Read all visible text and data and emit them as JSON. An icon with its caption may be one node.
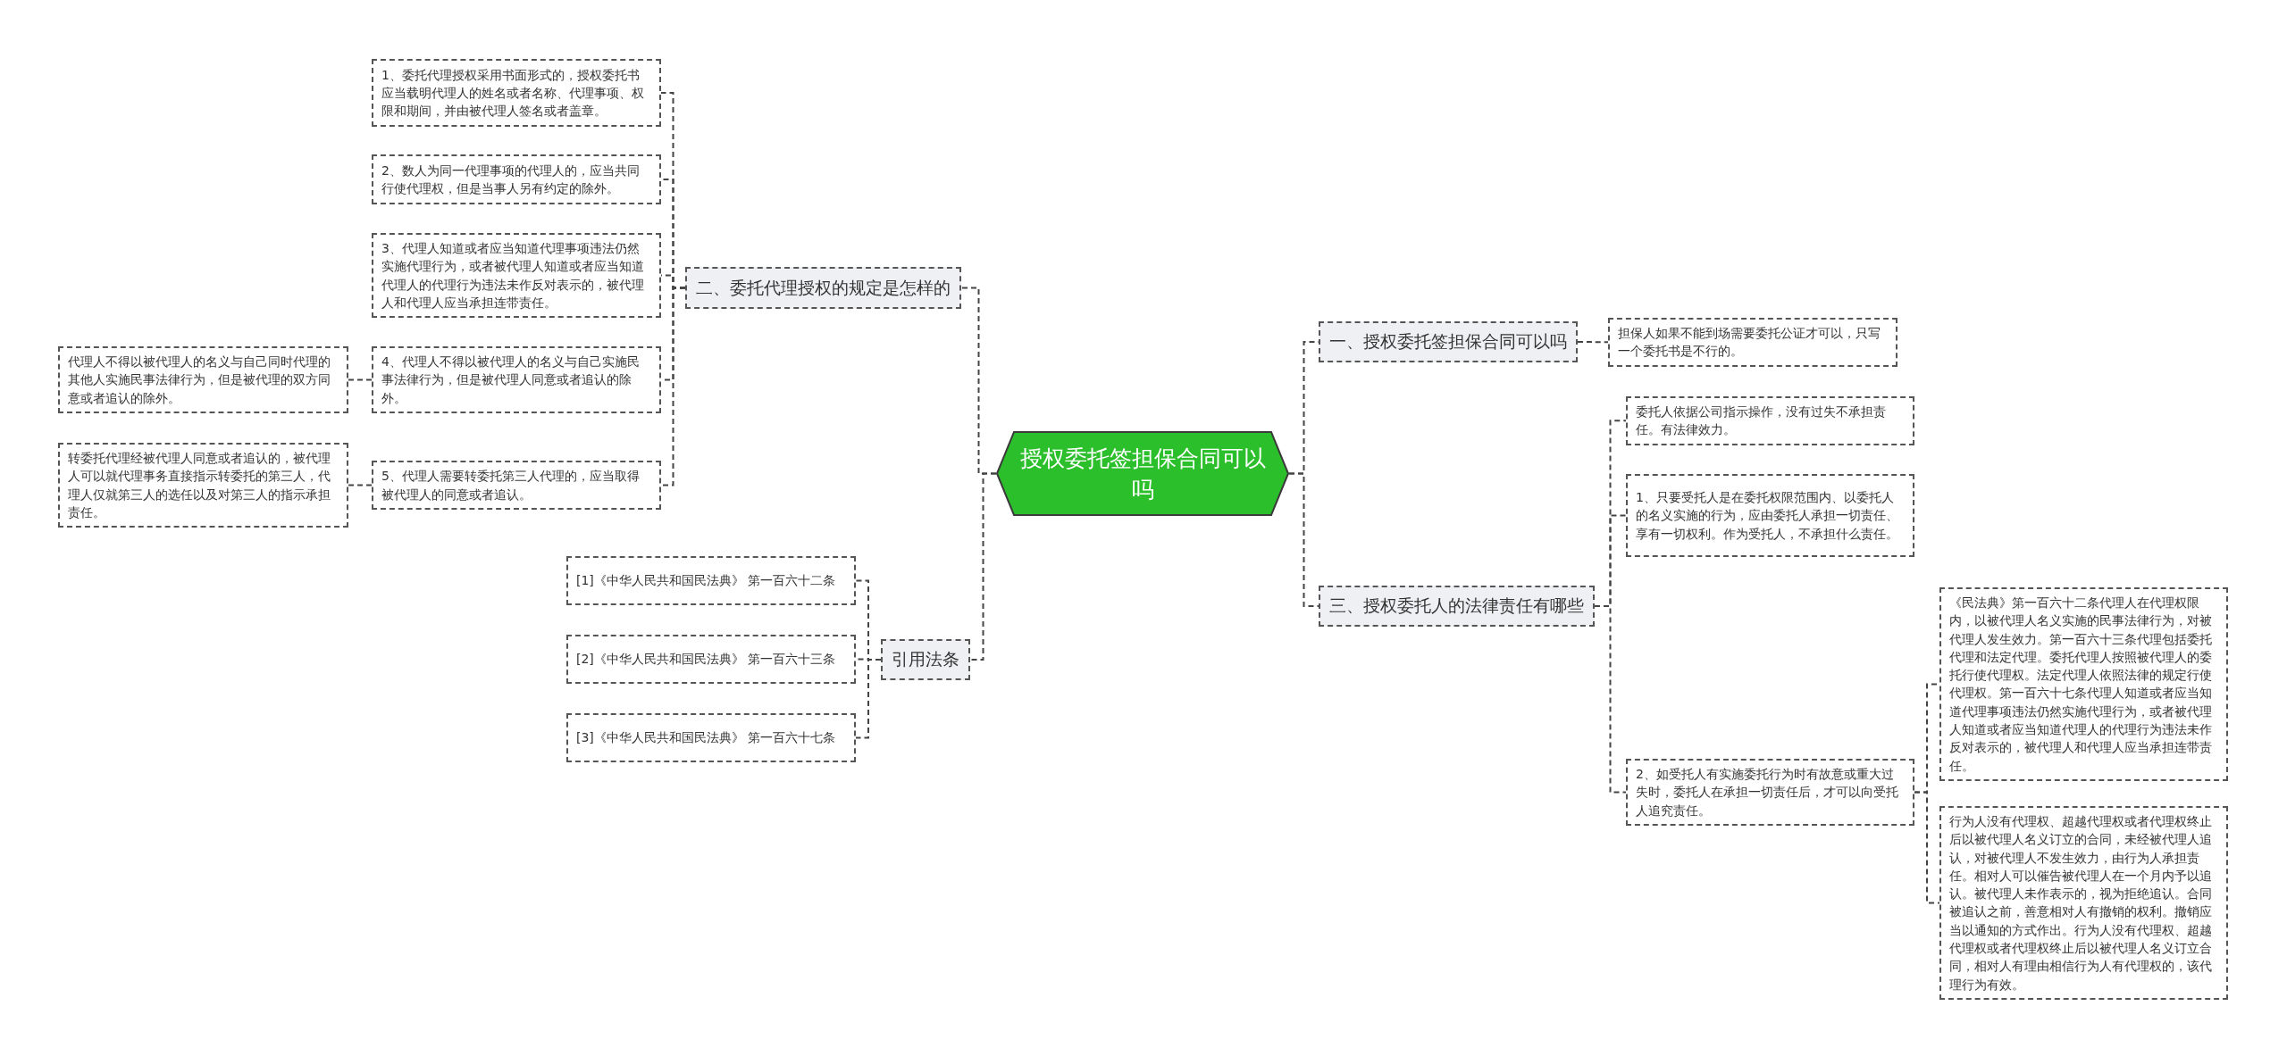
{
  "diagram": {
    "nodes": [
      {
        "text": [
          "授权委托签担保合同可以吗"
        ]
      },
      {
        "text": [
          "二、委托代理授权的规定是怎样的"
        ]
      },
      {
        "text": [
          "1、委托代理授权采用书面形式的，授权委托书应当载明代理人的姓名或者名称、代理事项、权限和期间，并由被代理人签名或者盖章。"
        ]
      },
      {
        "text": [
          "2、数人为同一代理事项的代理人的，应当共同行使代理权，但是当事人另有约定的除外。"
        ]
      },
      {
        "text": [
          "3、代理人知道或者应当知道代理事项违法仍然实施代理行为，或者被代理人知道或者应当知道代理人的代理行为违法未作反对表示的，被代理人和代理人应当承担连带责任。"
        ]
      },
      {
        "text": [
          "4、代理人不得以被代理人的名义与自己实施民事法律行为，但是被代理人同意或者追认的除外。"
        ]
      },
      {
        "text": [
          "5、代理人需要转委托第三人代理的，应当取得被代理人的同意或者追认。"
        ]
      },
      {
        "text": [
          "代理人不得以被代理人的名义与自己同时代理的其他人实施民事法律行为，但是被代理的双方同意或者追认的除外。"
        ]
      },
      {
        "text": [
          "转委托代理经被代理人同意或者追认的，被代理人可以就代理事务直接指示转委托的第三人，代理人仅就第三人的选任以及对第三人的指示承担责任。"
        ]
      },
      {
        "text": [
          "引用法条"
        ]
      },
      {
        "text": [
          "[1]《中华人民共和国民法典》 第一百六十二条"
        ]
      },
      {
        "text": [
          "[2]《中华人民共和国民法典》 第一百六十三条"
        ]
      },
      {
        "text": [
          "[3]《中华人民共和国民法典》 第一百六十七条"
        ]
      },
      {
        "text": [
          "一、授权委托签担保合同可以吗"
        ]
      },
      {
        "text": [
          "担保人如果不能到场需要委托公证才可以，只写一个委托书是不行的。"
        ]
      },
      {
        "text": [
          "三、授权委托人的法律责任有哪些"
        ]
      },
      {
        "text": [
          "委托人依据公司指示操作，没有过失不承担责任。有法律效力。"
        ]
      },
      {
        "text": [
          "1、只要受托人是在委托权限范围内、以委托人的名义实施的行为，应由委托人承担一切责任、享有一切权利。作为受托人，不承担什么责任。"
        ]
      },
      {
        "text": [
          "2、如受托人有实施委托行为时有故意或重大过失时，委托人在承担一切责任后，才可以向受托人追究责任。"
        ]
      },
      {
        "text": [
          "《民法典》第一百六十二条代理人在代理权限内，以被代理人名义实施的民事法律行为，对被代理人发生效力。第一百六十三条代理包括委托代理和法定代理。委托代理人按照被代理人的委托行使代理权。法定代理人依照法律的规定行使代理权。第一百六十七条代理人知道或者应当知道代理事项违法仍然实施代理行为，或者被代理人知道或者应当知道代理人的代理行为违法未作反对表示的，被代理人和代理人应当承担连带责任。"
        ]
      },
      {
        "text": [
          "行为人没有代理权、超越代理权或者代理权终止后以被代理人名义订立的合同，未经被代理人追认，对被代理人不发生效力，由行为人承担责任。相对人可以催告被代理人在一个月内予以追认。被代理人未作表示的，视为拒绝追认。合同被追认之前，善意相对人有撤销的权利。撤销应当以通知的方式作出。行为人没有代理权、超越代理权或者代理权终止后以被代理人名义订立合同，相对人有理由相信行为人有代理权的，该代理行为有效。"
        ]
      }
    ],
    "edges": [
      {
        "from": 0,
        "to": 1,
        "arrow": "none"
      },
      {
        "from": 1,
        "to": 2,
        "arrow": "none"
      },
      {
        "from": 1,
        "to": 3,
        "arrow": "none"
      },
      {
        "from": 1,
        "to": 4,
        "arrow": "none"
      },
      {
        "from": 1,
        "to": 5,
        "arrow": "none"
      },
      {
        "from": 1,
        "to": 6,
        "arrow": "none"
      },
      {
        "from": 5,
        "to": 7,
        "arrow": "none"
      },
      {
        "from": 6,
        "to": 8,
        "arrow": "none"
      },
      {
        "from": 0,
        "to": 9,
        "arrow": "none"
      },
      {
        "from": 9,
        "to": 10,
        "arrow": "none"
      },
      {
        "from": 9,
        "to": 11,
        "arrow": "none"
      },
      {
        "from": 9,
        "to": 12,
        "arrow": "none"
      },
      {
        "from": 0,
        "to": 13,
        "arrow": "none"
      },
      {
        "from": 13,
        "to": 14,
        "arrow": "none"
      },
      {
        "from": 0,
        "to": 15,
        "arrow": "none"
      },
      {
        "from": 15,
        "to": 16,
        "arrow": "none"
      },
      {
        "from": 15,
        "to": 17,
        "arrow": "none"
      },
      {
        "from": 15,
        "to": 18,
        "arrow": "none"
      },
      {
        "from": 18,
        "to": 19,
        "arrow": "none"
      },
      {
        "from": 18,
        "to": 20,
        "arrow": "none"
      }
    ]
  }
}
